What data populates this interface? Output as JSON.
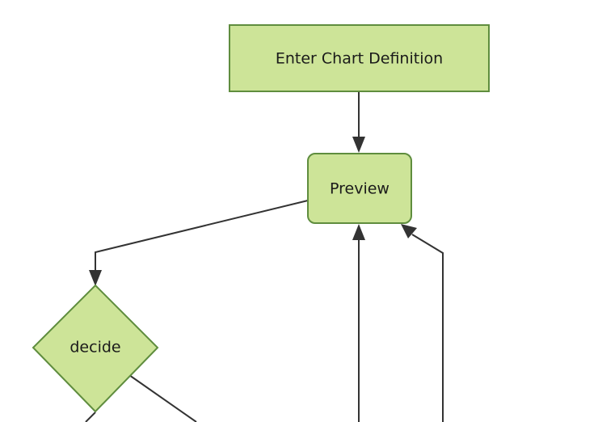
{
  "diagram": {
    "type": "flowchart",
    "title": "",
    "background_color": "#ffffff",
    "node_fill_color": "#cde498",
    "node_stroke_color": "#5f8d3e",
    "edge_color": "#333333",
    "text_color": "#1a1a1a",
    "nodes": [
      {
        "id": "enter-chart-definition",
        "label": "Enter Chart Definition",
        "shape": "rectangle"
      },
      {
        "id": "preview",
        "label": "Preview",
        "shape": "rounded-rectangle"
      },
      {
        "id": "decide",
        "label": "decide",
        "shape": "diamond"
      }
    ],
    "edges": [
      {
        "from": "enter-chart-definition",
        "to": "preview",
        "label": "",
        "arrow": "filled"
      },
      {
        "from": "preview",
        "to": "decide",
        "label": "",
        "arrow": "filled"
      },
      {
        "from": "offscreen-node-a",
        "to": "preview",
        "label": "",
        "arrow": "filled"
      },
      {
        "from": "offscreen-node-b",
        "to": "preview",
        "label": "",
        "arrow": "filled"
      },
      {
        "from": "decide",
        "to": "offscreen-node-c",
        "label": "",
        "arrow": "none"
      },
      {
        "from": "decide",
        "to": "offscreen-node-d",
        "label": "",
        "arrow": "none"
      }
    ]
  }
}
